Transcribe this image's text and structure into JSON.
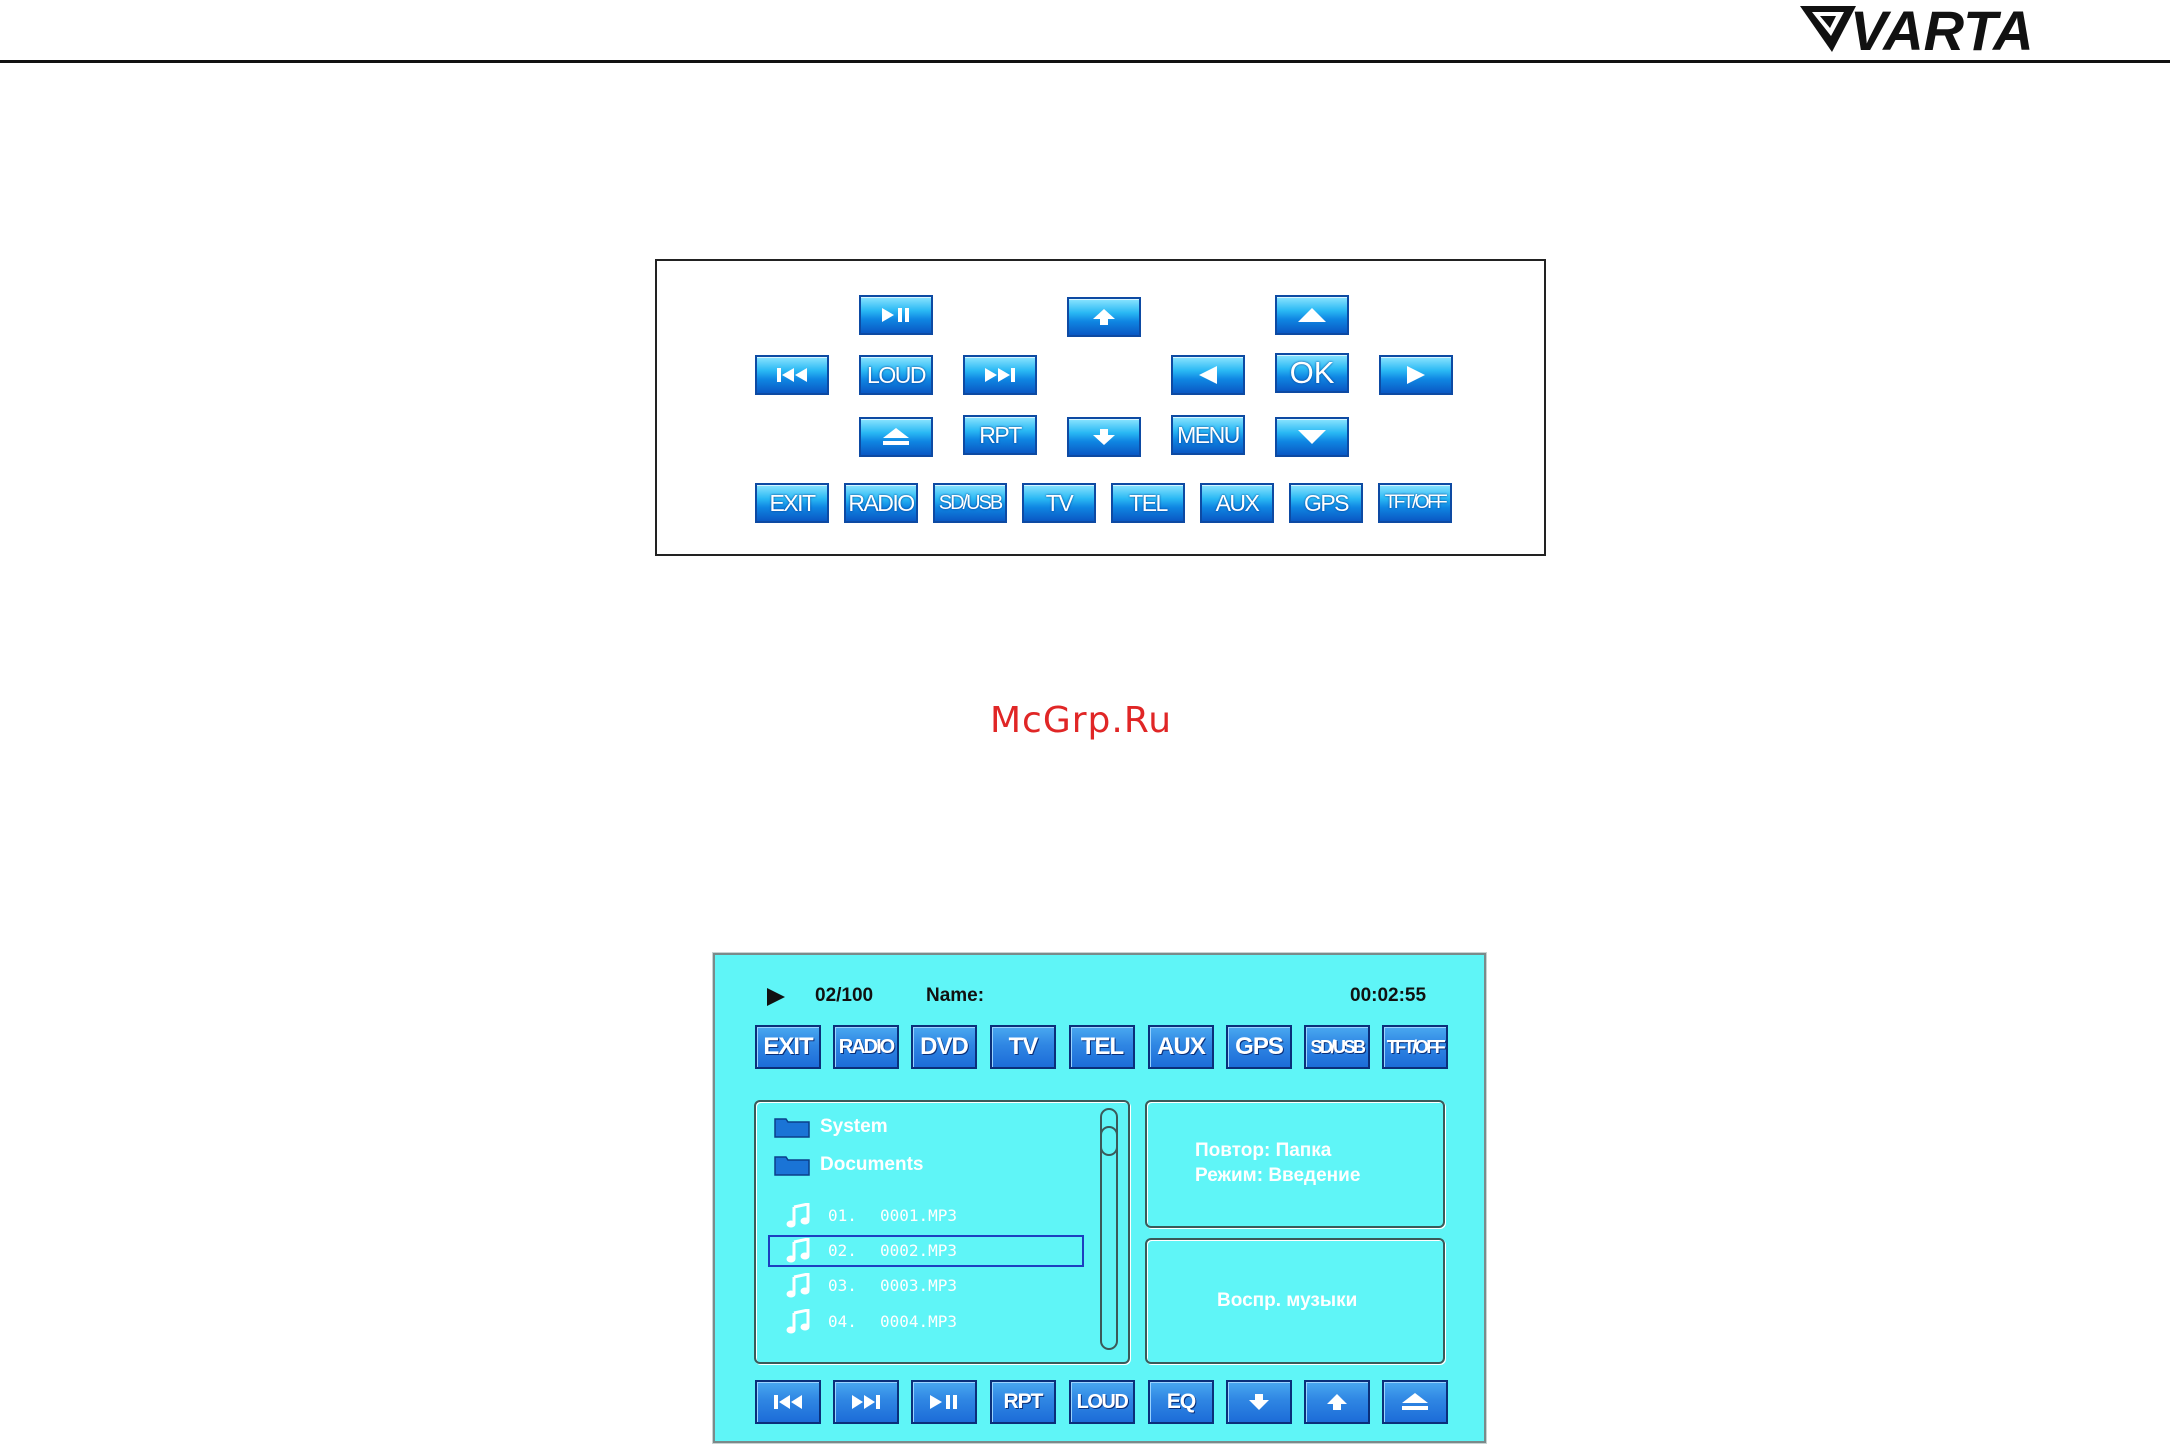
{
  "header": {
    "brand": "VARTA"
  },
  "remote_panel": {
    "buttons": {
      "play_pause": "play-pause-icon",
      "up_arrow_small": "arrow-up-icon",
      "up_triangle": "triangle-up-icon",
      "prev": "skip-back-icon",
      "loud": "LOUD",
      "next": "skip-forward-icon",
      "left": "triangle-left-icon",
      "ok": "OK",
      "right": "triangle-right-icon",
      "eject": "eject-icon",
      "rpt": "RPT",
      "down_arrow_small": "arrow-down-icon",
      "menu": "MENU",
      "down_triangle": "triangle-down-icon"
    },
    "source_row": [
      "EXIT",
      "RADIO",
      "SD/USB",
      "TV",
      "TEL",
      "AUX",
      "GPS",
      "TFT/OFF"
    ]
  },
  "watermark": "McGrp.Ru",
  "screen": {
    "status": {
      "track_counter": "02/100",
      "name_label": "Name:",
      "time": "00:02:55"
    },
    "source_tabs": [
      "EXIT",
      "RADIO",
      "DVD",
      "TV",
      "TEL",
      "AUX",
      "GPS",
      "SD/USB",
      "TFT/OFF"
    ],
    "folders": [
      "System",
      "Documents"
    ],
    "tracks": [
      {
        "number": "01.",
        "file": "0001.MP3"
      },
      {
        "number": "02.",
        "file": "0002.MP3"
      },
      {
        "number": "03.",
        "file": "0003.MP3"
      },
      {
        "number": "04.",
        "file": "0004.MP3"
      }
    ],
    "selected_track_index": 1,
    "info": {
      "repeat": "Повтор: Папка",
      "mode": "Режим: Введение",
      "playback": "Воспр. музыки"
    },
    "control_bar": {
      "rpt": "RPT",
      "loud": "LOUD",
      "eq": "EQ"
    },
    "colors": {
      "screen_bg": "#5ff5f7",
      "button_blue": "#2f86e3"
    }
  }
}
